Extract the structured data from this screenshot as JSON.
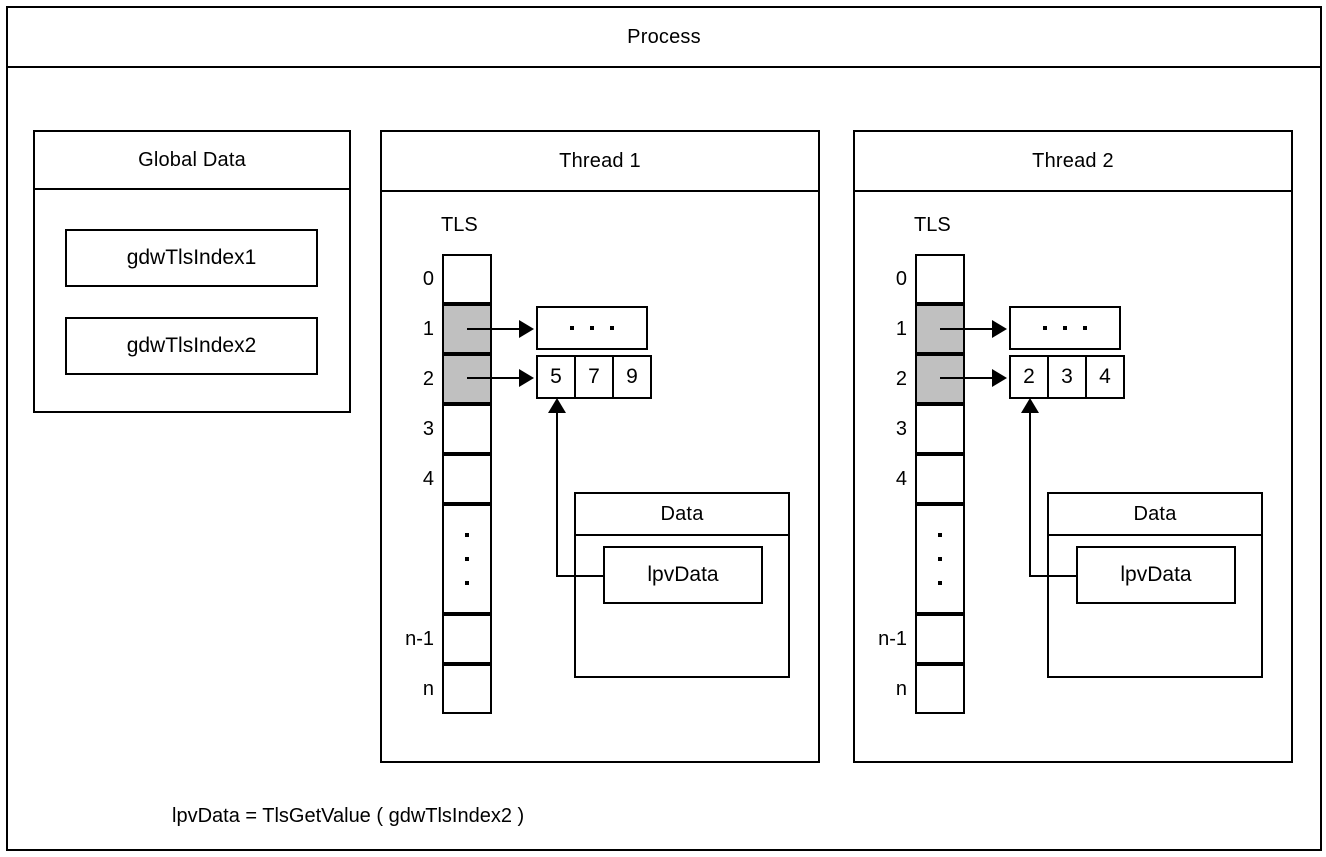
{
  "process": {
    "title": "Process"
  },
  "global_data": {
    "title": "Global Data",
    "entries": [
      {
        "label": "gdwTlsIndex1"
      },
      {
        "label": "gdwTlsIndex2"
      }
    ]
  },
  "threads": [
    {
      "title": "Thread 1",
      "tls_title": "TLS",
      "slots": [
        {
          "label": "0",
          "shaded": false
        },
        {
          "label": "1",
          "shaded": true
        },
        {
          "label": "2",
          "shaded": true
        },
        {
          "label": "3",
          "shaded": false
        },
        {
          "label": "4",
          "shaded": false
        },
        {
          "label": "",
          "shaded": false
        },
        {
          "label": "n-1",
          "shaded": false
        },
        {
          "label": "n",
          "shaded": false
        }
      ],
      "slot1_values": "...",
      "slot2_values": [
        "5",
        "7",
        "9"
      ],
      "data_box": {
        "title": "Data",
        "pointer_label": "lpvData"
      }
    },
    {
      "title": "Thread 2",
      "tls_title": "TLS",
      "slots": [
        {
          "label": "0",
          "shaded": false
        },
        {
          "label": "1",
          "shaded": true
        },
        {
          "label": "2",
          "shaded": true
        },
        {
          "label": "3",
          "shaded": false
        },
        {
          "label": "4",
          "shaded": false
        },
        {
          "label": "",
          "shaded": false
        },
        {
          "label": "n-1",
          "shaded": false
        },
        {
          "label": "n",
          "shaded": false
        }
      ],
      "slot1_values": "...",
      "slot2_values": [
        "2",
        "3",
        "4"
      ],
      "data_box": {
        "title": "Data",
        "pointer_label": "lpvData"
      }
    }
  ],
  "caption": "lpvData = TlsGetValue ( gdwTlsIndex2 )",
  "colors": {
    "stroke": "#000000",
    "background": "#ffffff",
    "shaded_slot": "#c0c0c0"
  }
}
